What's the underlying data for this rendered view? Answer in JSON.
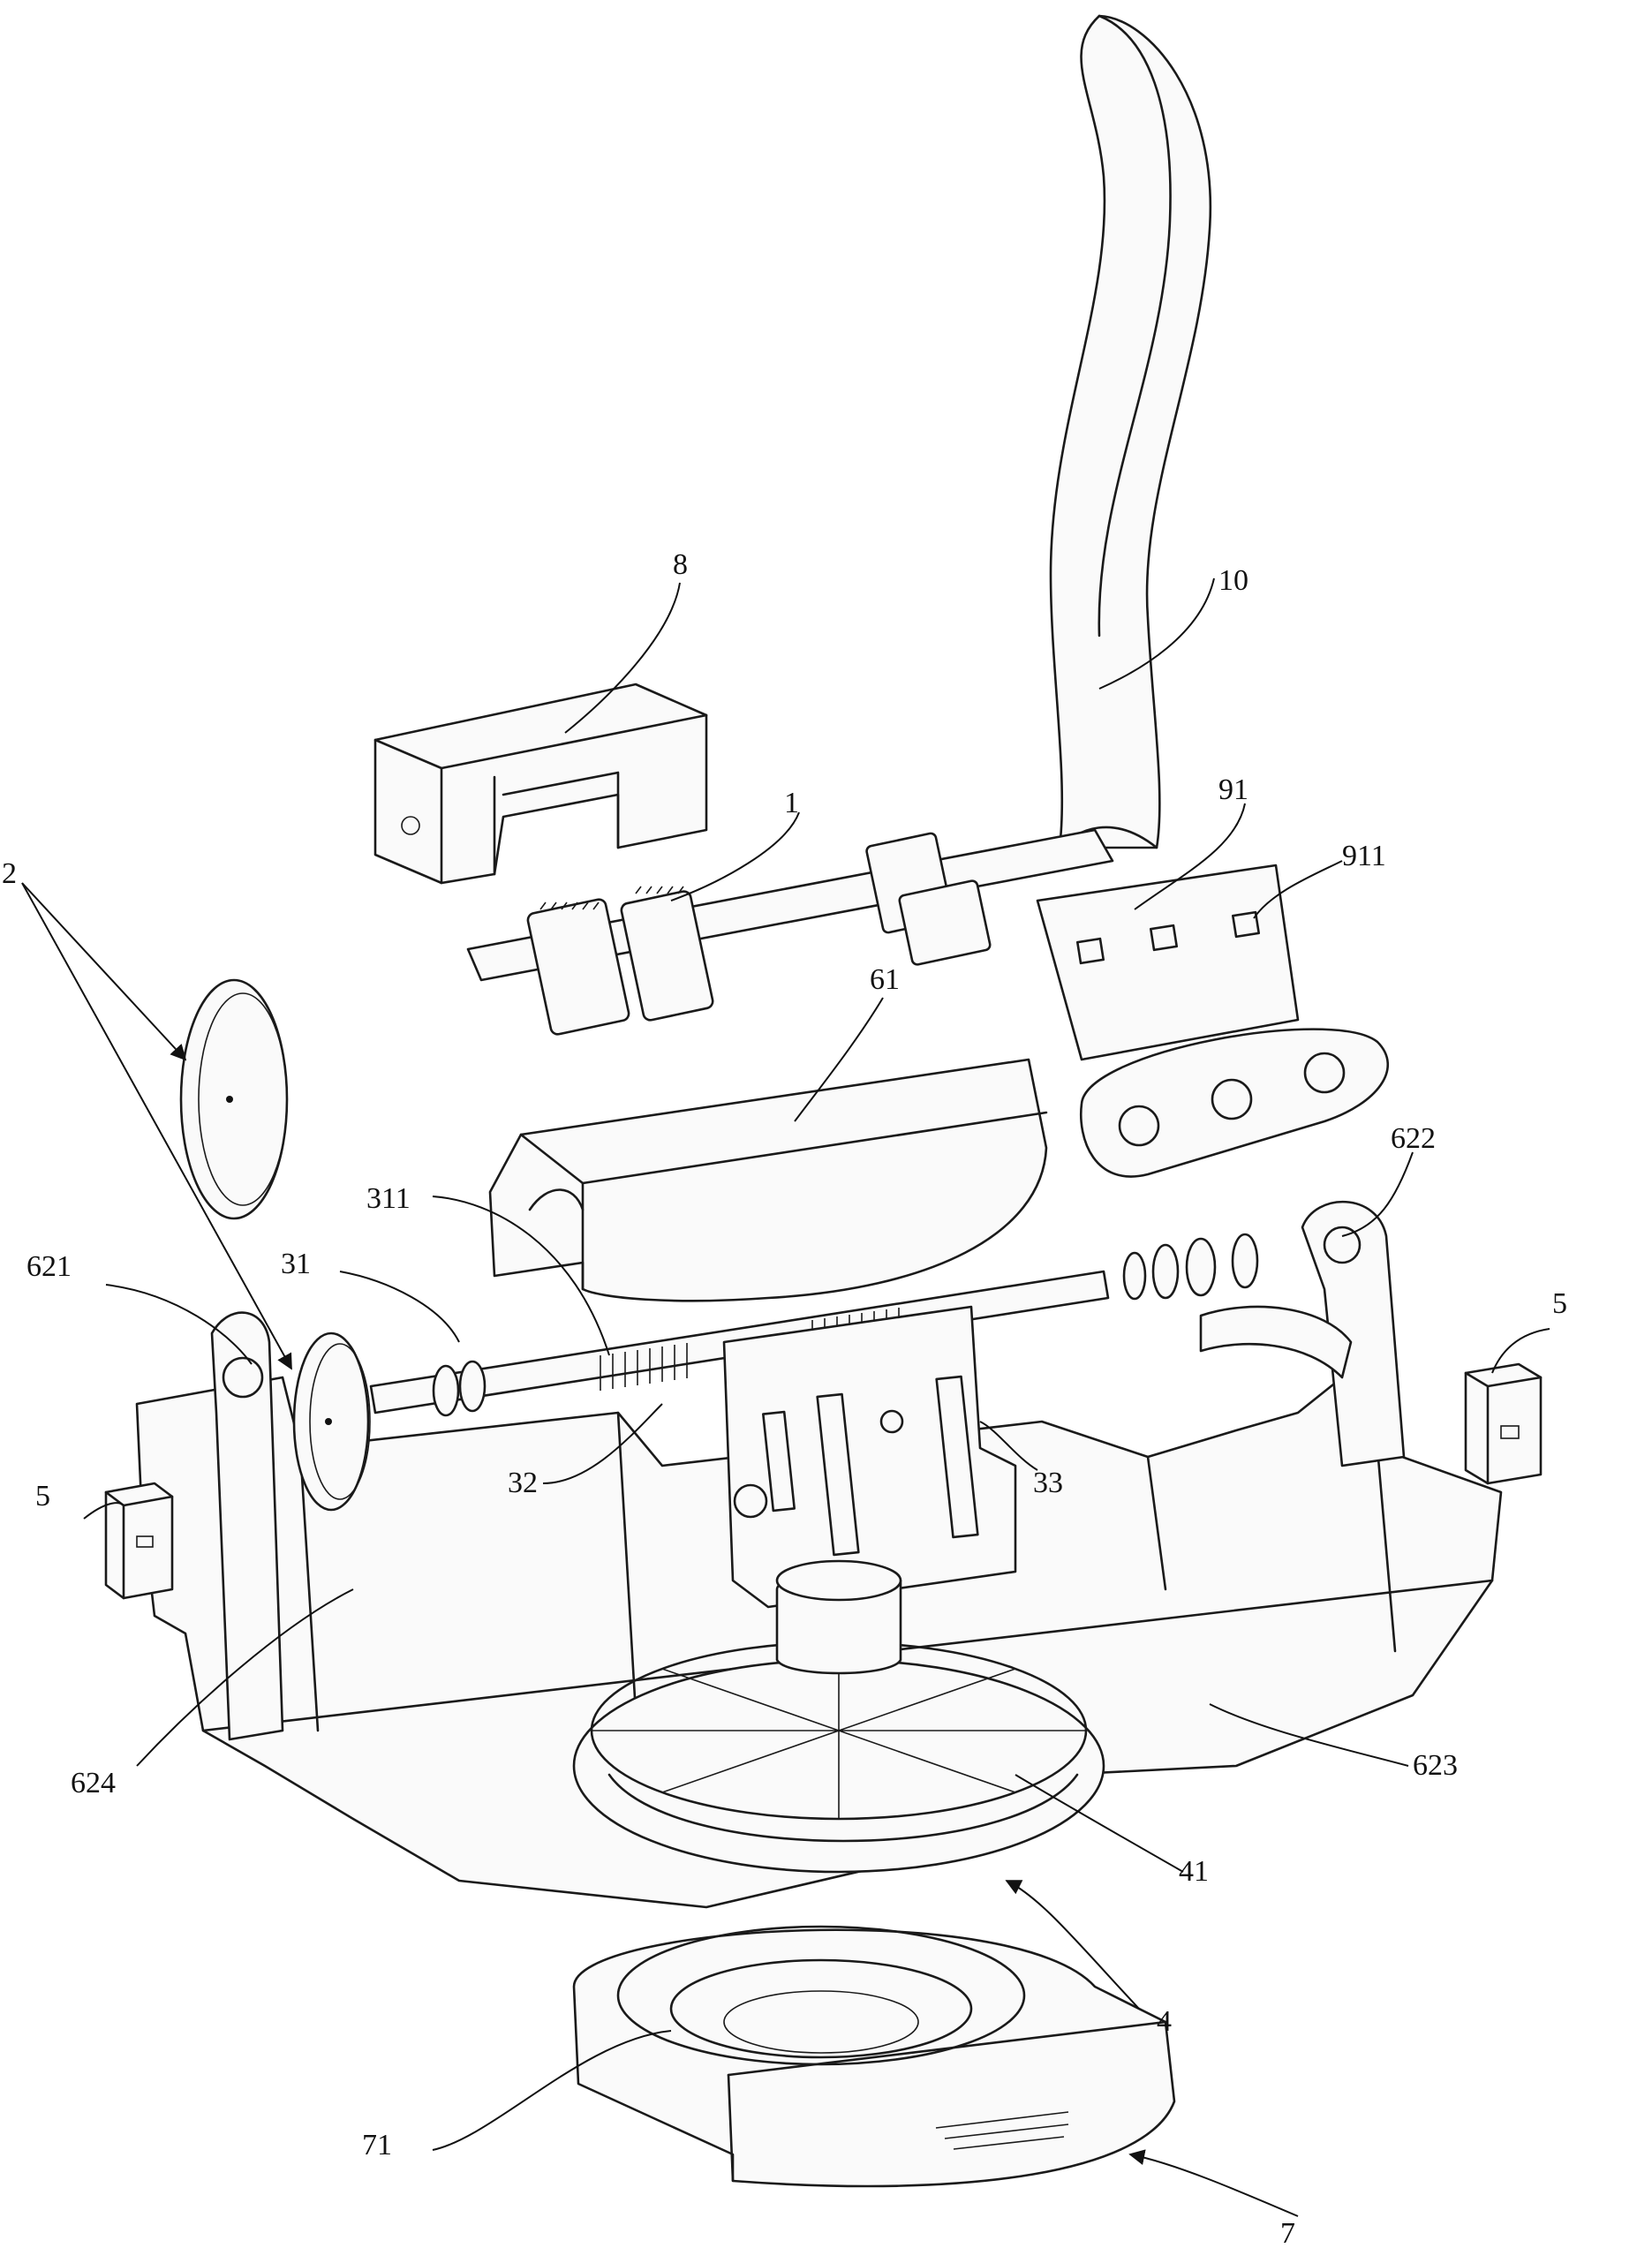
{
  "figure": {
    "background": "#ffffff",
    "line_color": "#1a1a1a",
    "labels": [
      {
        "id": "8",
        "text": "8"
      },
      {
        "id": "10",
        "text": "10"
      },
      {
        "id": "1",
        "text": "1"
      },
      {
        "id": "91",
        "text": "91"
      },
      {
        "id": "911",
        "text": "911"
      },
      {
        "id": "2",
        "text": "2"
      },
      {
        "id": "61",
        "text": "61"
      },
      {
        "id": "622",
        "text": "622"
      },
      {
        "id": "311",
        "text": "311"
      },
      {
        "id": "31",
        "text": "31"
      },
      {
        "id": "621",
        "text": "621"
      },
      {
        "id": "5a",
        "text": "5"
      },
      {
        "id": "5b",
        "text": "5"
      },
      {
        "id": "32",
        "text": "32"
      },
      {
        "id": "33",
        "text": "33"
      },
      {
        "id": "624",
        "text": "624"
      },
      {
        "id": "623",
        "text": "623"
      },
      {
        "id": "41",
        "text": "41"
      },
      {
        "id": "4",
        "text": "4"
      },
      {
        "id": "71",
        "text": "71"
      },
      {
        "id": "7",
        "text": "7"
      }
    ]
  }
}
